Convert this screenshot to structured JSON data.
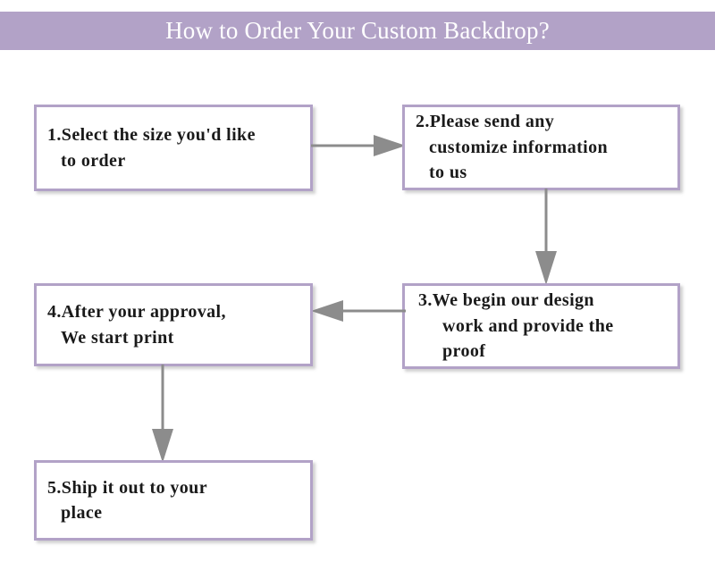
{
  "header": {
    "title": "How to Order Your Custom Backdrop?",
    "background_color": "#b2a2c7",
    "text_color": "#ffffff"
  },
  "theme": {
    "box_border_color": "#b2a2c7",
    "box_fill_color": "#ffffff",
    "arrow_color": "#8c8c8c",
    "text_color": "#1a1a1a",
    "page_background": "#ffffff"
  },
  "flowchart": {
    "type": "process-flow",
    "orientation": "serpentine",
    "steps": [
      {
        "number": "1.",
        "text": "1.Select the size you'd like\nto order",
        "lines": [
          "1.Select the size you'd like",
          "to order"
        ]
      },
      {
        "number": "2.",
        "text": "2.Please send any\ncustomize information\nto us",
        "lines": [
          "2.Please send any",
          "customize information",
          "to us"
        ]
      },
      {
        "number": "3.",
        "text": "3.We begin our design\nwork and provide the\nproof",
        "lines": [
          "3.We begin our design",
          "work and provide the",
          "proof"
        ]
      },
      {
        "number": "4.",
        "text": "4.After your approval,\nWe start print",
        "lines": [
          "4.After your approval,",
          "We start print"
        ]
      },
      {
        "number": "5.",
        "text": "5.Ship it out to your\nplace",
        "lines": [
          "5.Ship it out to your",
          "place"
        ]
      }
    ],
    "connectors": [
      {
        "from": "1",
        "to": "2",
        "direction": "right"
      },
      {
        "from": "2",
        "to": "3",
        "direction": "down"
      },
      {
        "from": "3",
        "to": "4",
        "direction": "left"
      },
      {
        "from": "4",
        "to": "5",
        "direction": "down"
      }
    ]
  }
}
